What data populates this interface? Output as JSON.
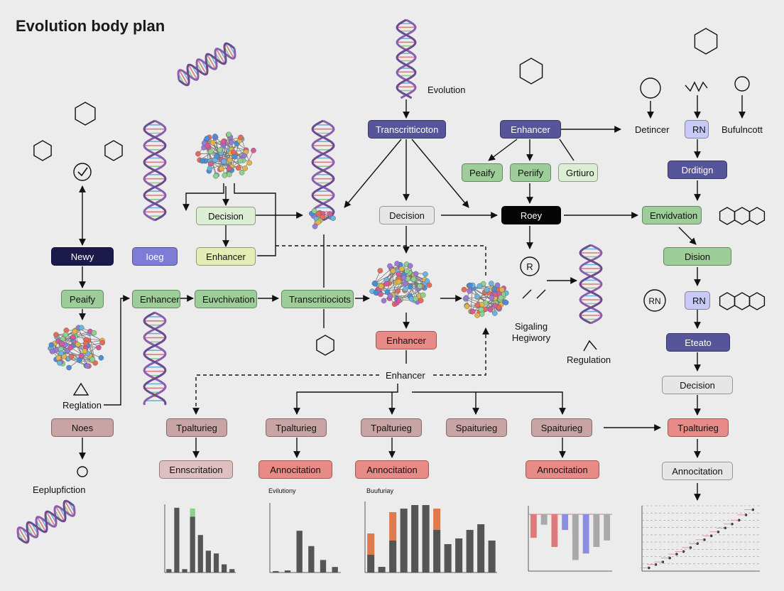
{
  "title": "Evolution body plan",
  "nodes": {
    "transcription_top": "Transcritticoton",
    "enhancer_top": "Enhancer",
    "peaify_a": "Peaify",
    "periify_b": "Periify",
    "grtiuro": "Grtiuro",
    "decision_center": "Decision",
    "roey": "Roey",
    "newy": "Newy",
    "ioeg": "Ioeg",
    "decision_left": "Decision",
    "enhancer_left": "Enhancer",
    "peaify_left": "Peaify",
    "enhancer_mid": "Enhancer",
    "euvchivation": "Euvchivation",
    "transcritiociots": "Transcritiociots",
    "enhancer_red": "Enhancer",
    "enhancer_plain": "Enhancer",
    "noes": "Noes",
    "tpalturieg_1": "Tpalturieg",
    "tpalturieg_2": "Tpalturieg",
    "tpalturieg_3": "Tpalturieg",
    "spaiturieg_1": "Spaiturieg",
    "spaiturieg_2": "Spaiturieg",
    "tpalturieg_right": "Tpalturieg",
    "ennscritation": "Ennscritation",
    "annocitation_1": "Annocitation",
    "annocitation_2": "Annocitation",
    "annocitation_3": "Annocitation",
    "annocitation_right": "Annocitation",
    "drditign": "Drditign",
    "rn_top": "RN",
    "envidvation": "Envidvation",
    "dision": "Dision",
    "rn_mid": "RN",
    "rn_circle": "RN",
    "eteato": "Eteato",
    "decision_right": "Decision"
  },
  "labels": {
    "evolution": "Evolution",
    "detincer": "Detincer",
    "bufulncott": "Bufulncott",
    "regulation_left": "Reglation",
    "eeplupfiction": "Eeplupfiction",
    "sigaling": "Sigaling",
    "hegiwory": "Hegiwory",
    "regulation_right": "Regulation",
    "r_circle": "R",
    "chart2_title": "Evilutiony",
    "chart3_title": "Buufuriay"
  },
  "colors": {
    "background": "#ececec",
    "dna_purple": "#8a5fae",
    "bar_dark": "#555555",
    "bar_green": "#8fd18c",
    "bar_orange": "#e07a4c",
    "bar_red": "#e07a7a",
    "bar_blue": "#8c8ce0",
    "bar_grey": "#a9a9a9"
  },
  "chart_data": [
    {
      "type": "bar",
      "title": "",
      "series": [
        {
          "name": "",
          "values": [
            5,
            95,
            5,
            82,
            55,
            32,
            28,
            12,
            5
          ]
        },
        {
          "name": "",
          "values": [
            0,
            0,
            0,
            12,
            0,
            0,
            0,
            0,
            0
          ]
        }
      ],
      "ylim": [
        0,
        100
      ]
    },
    {
      "type": "bar",
      "title": "Evilutiony",
      "values": [
        2,
        3,
        60,
        38,
        18,
        8
      ],
      "ylim": [
        0,
        100
      ]
    },
    {
      "type": "bar",
      "title": "Buufuriay",
      "series": [
        {
          "name": "",
          "values": [
            25,
            8,
            45,
            90,
            95,
            95,
            60,
            40,
            48,
            60,
            68,
            45
          ]
        },
        {
          "name": "",
          "values": [
            30,
            0,
            40,
            0,
            0,
            0,
            30,
            0,
            0,
            0,
            0,
            0
          ]
        }
      ],
      "ylim": [
        0,
        100
      ]
    },
    {
      "type": "bar",
      "values": [
        -18,
        -8,
        -25,
        -12,
        -35,
        -30,
        -25,
        -20
      ],
      "ylim": [
        -45,
        5
      ]
    },
    {
      "type": "scatter",
      "x": [
        1,
        2,
        3,
        4,
        5,
        6,
        7,
        8,
        9,
        10,
        11,
        12,
        13,
        14,
        15,
        16
      ],
      "y": [
        5,
        10,
        14,
        20,
        26,
        30,
        36,
        42,
        48,
        54,
        60,
        66,
        72,
        78,
        86,
        94
      ],
      "ylim": [
        0,
        100
      ]
    }
  ]
}
